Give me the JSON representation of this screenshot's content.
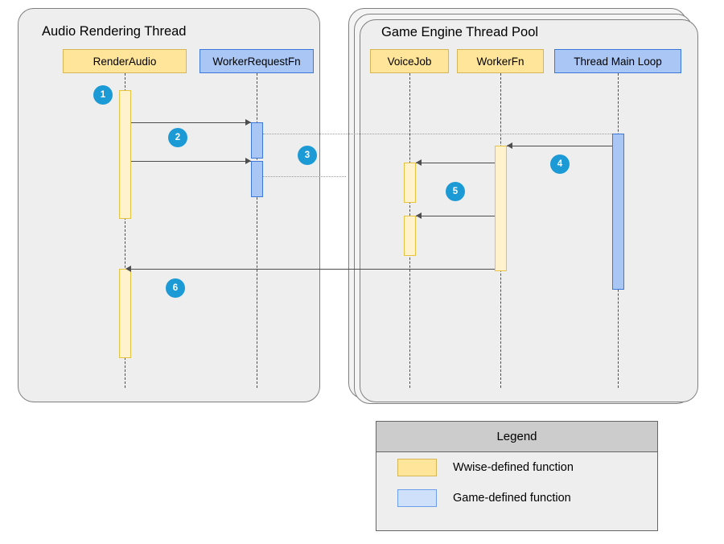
{
  "diagram": {
    "type": "uml-sequence-diagram",
    "frames": [
      {
        "id": "audio-rendering-thread",
        "title": "Audio Rendering Thread",
        "stacked": false
      },
      {
        "id": "game-engine-thread-pool",
        "title": "Game Engine Thread Pool",
        "stacked": true,
        "stack_count": 3
      }
    ],
    "participants": [
      {
        "id": "render-audio",
        "label": "RenderAudio",
        "kind": "wwise",
        "frame": "audio-rendering-thread"
      },
      {
        "id": "worker-request-fn",
        "label": "WorkerRequestFn",
        "kind": "game",
        "frame": "audio-rendering-thread"
      },
      {
        "id": "voice-job",
        "label": "VoiceJob",
        "kind": "wwise",
        "frame": "game-engine-thread-pool"
      },
      {
        "id": "worker-fn",
        "label": "WorkerFn",
        "kind": "wwise",
        "frame": "game-engine-thread-pool"
      },
      {
        "id": "thread-main-loop",
        "label": "Thread Main Loop",
        "kind": "game",
        "frame": "game-engine-thread-pool"
      }
    ],
    "markers": [
      {
        "number": "1"
      },
      {
        "number": "2"
      },
      {
        "number": "3"
      },
      {
        "number": "4"
      },
      {
        "number": "5"
      },
      {
        "number": "6"
      }
    ],
    "colors": {
      "wwise_fill": "#ffe599",
      "wwise_stroke": "#d6b656",
      "game_fill": "#a9c6f5",
      "game_stroke": "#3c78d8",
      "marker": "#1c9ad6",
      "frame_fill": "#eeeeee",
      "frame_stroke": "#7f7f7f",
      "legend_header": "#cccccc"
    }
  },
  "legend": {
    "title": "Legend",
    "rows": [
      {
        "kind": "wwise",
        "label": "Wwise-defined function"
      },
      {
        "kind": "game",
        "label": "Game-defined function"
      }
    ]
  }
}
